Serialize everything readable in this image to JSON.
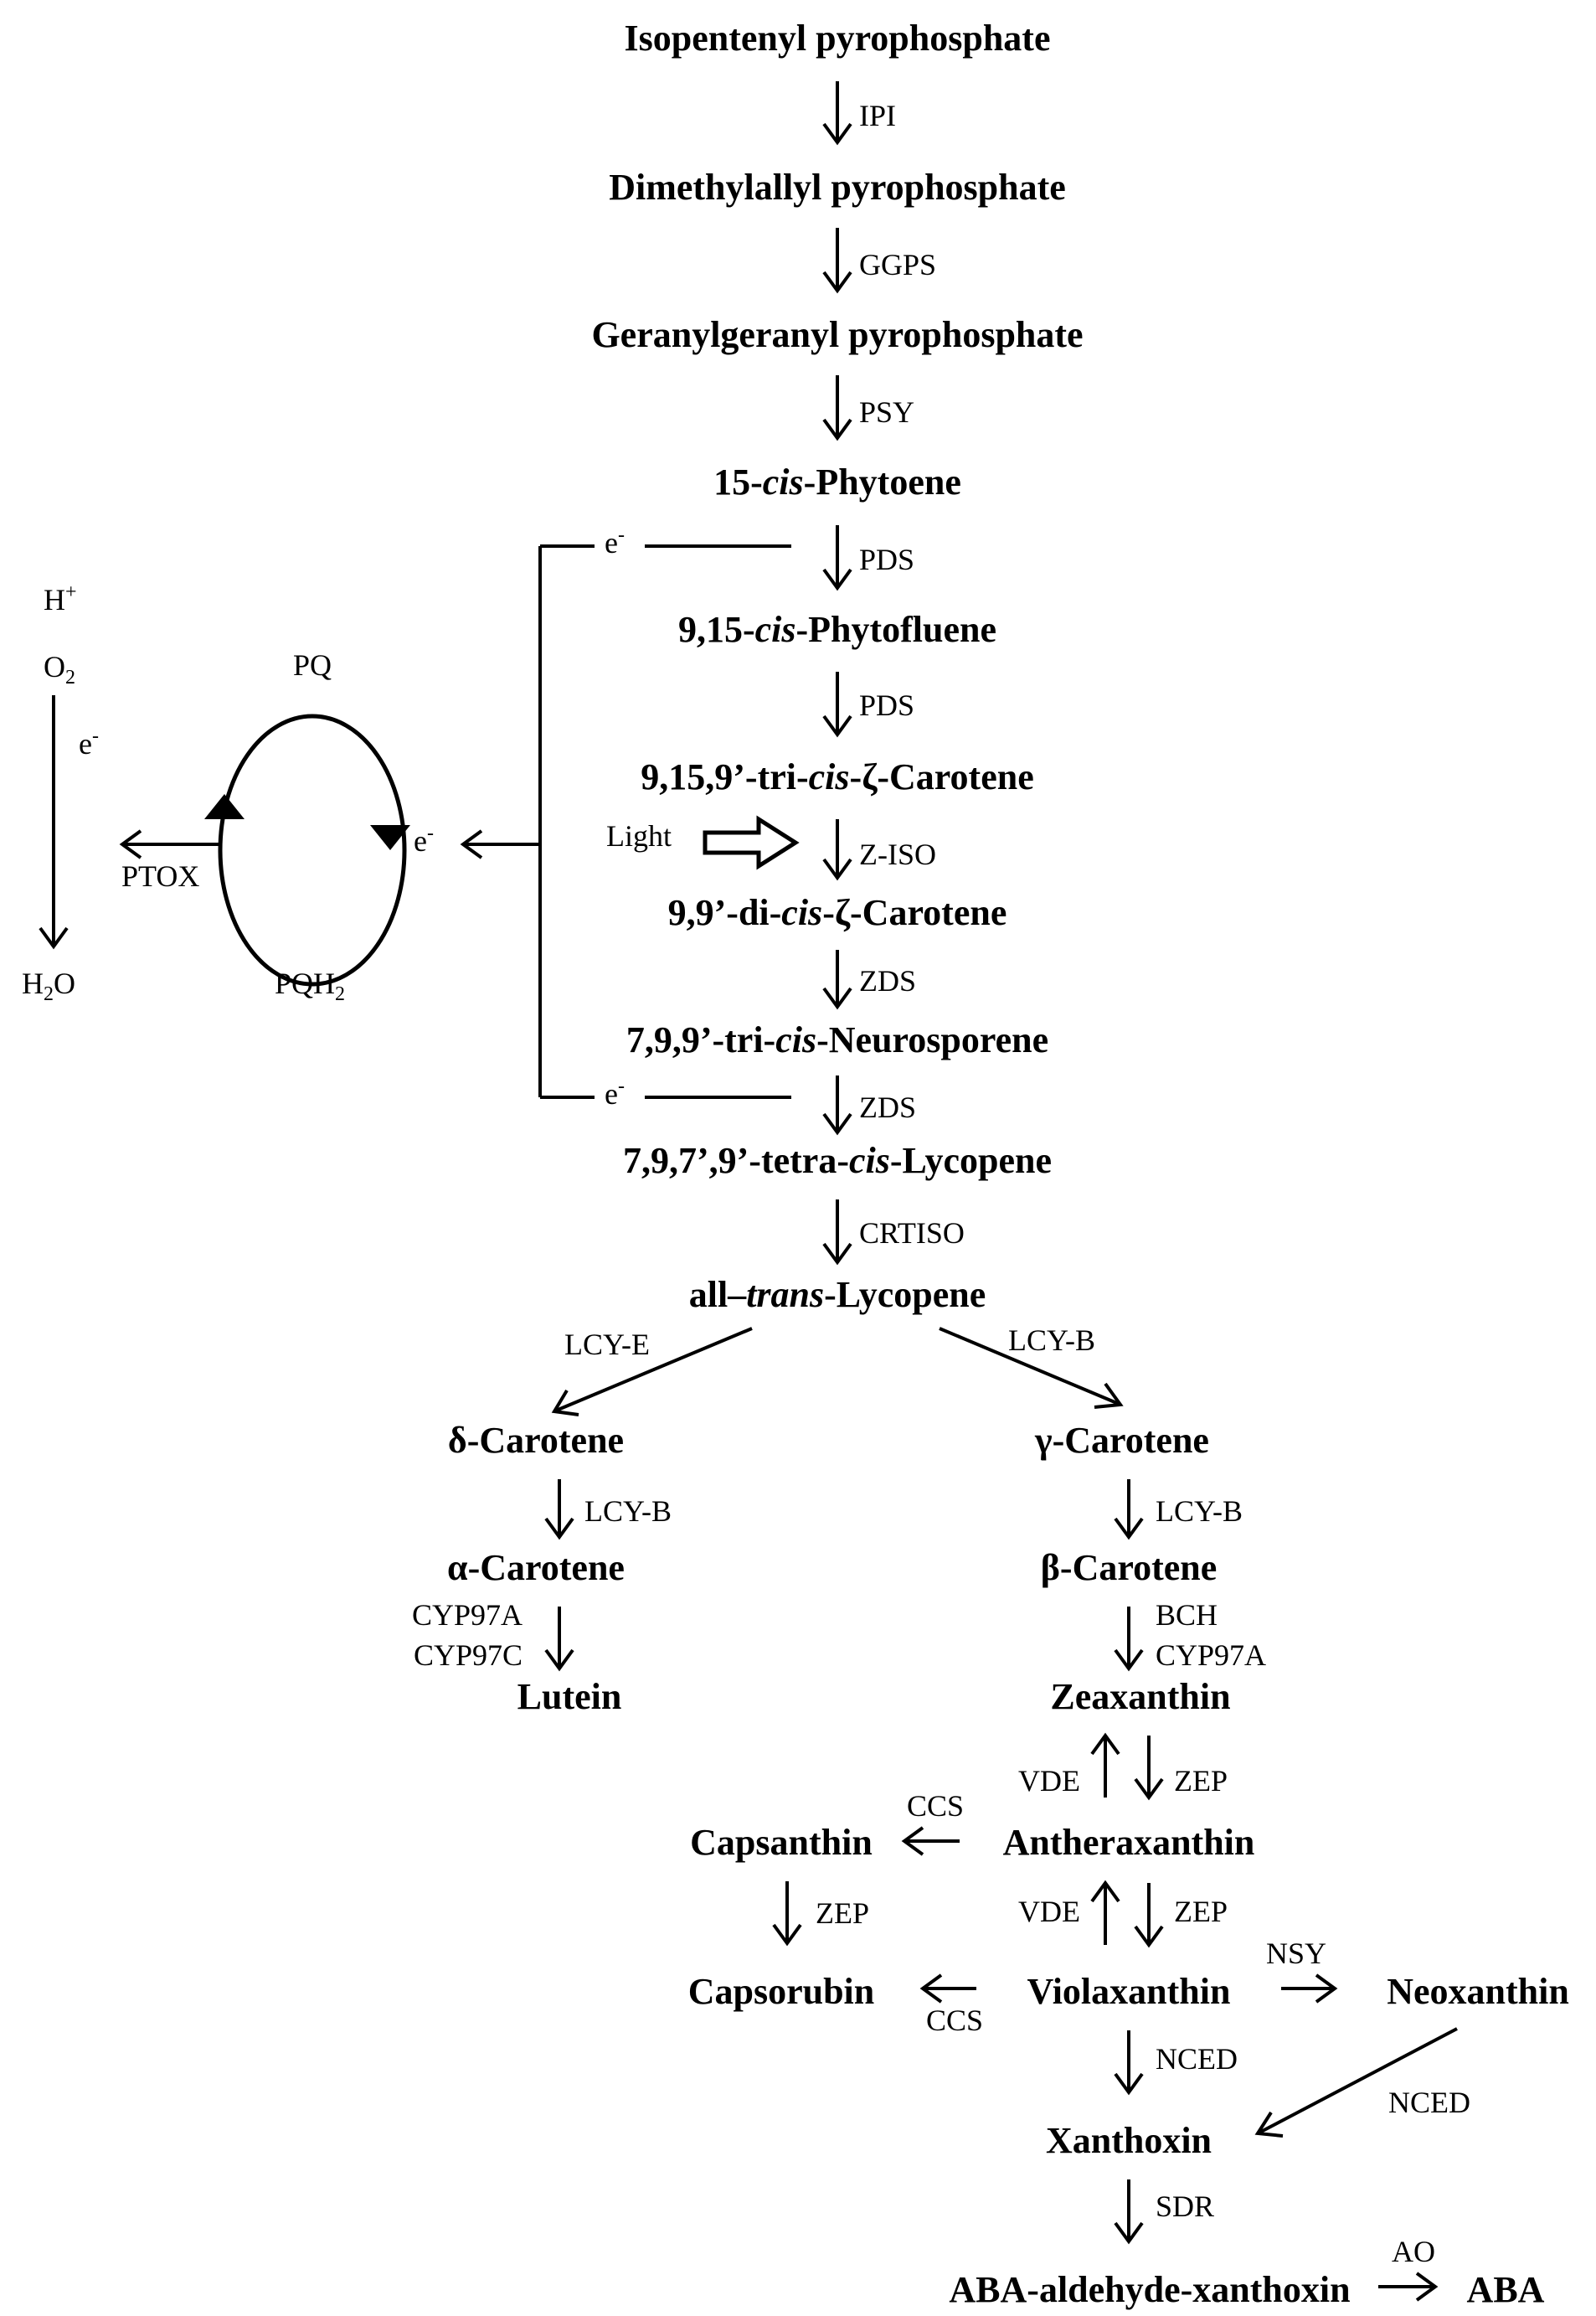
{
  "compounds": {
    "ipp": "Isopentenyl pyrophosphate",
    "dmapp": "Dimethylallyl pyrophosphate",
    "ggpp": "Geranylgeranyl pyrophosphate",
    "phytoene": [
      "15-",
      "cis",
      "-Phytoene"
    ],
    "phytofluene": [
      "9,15-",
      "cis",
      "-Phytofluene"
    ],
    "tricis_zeta": [
      "9,15,9’-tri-",
      "cis",
      "-ζ-Carotene"
    ],
    "dicis_zeta": [
      "9,9’-di-",
      "cis",
      "-ζ-Carotene"
    ],
    "neurosporene": [
      "7,9,9’-tri-",
      "cis",
      "-Neurosporene"
    ],
    "tetracis_lycopene": [
      "7,9,7’,9’-tetra-",
      "cis",
      "-Lycopene"
    ],
    "trans_lycopene": [
      "all–",
      "trans",
      "-Lycopene"
    ],
    "delta_carotene": "δ-Carotene",
    "gamma_carotene": "γ-Carotene",
    "alpha_carotene": "α-Carotene",
    "beta_carotene": "β-Carotene",
    "lutein": "Lutein",
    "zeaxanthin": "Zeaxanthin",
    "capsanthin": "Capsanthin",
    "antheraxanthin": "Antheraxanthin",
    "capsorubin": "Capsorubin",
    "violaxanthin": "Violaxanthin",
    "neoxanthin": "Neoxanthin",
    "xanthoxin": "Xanthoxin",
    "aba_aldehyde": "ABA-aldehyde-xanthoxin",
    "aba": "ABA"
  },
  "enzymes": {
    "ipi": "IPI",
    "ggps": "GGPS",
    "psy": "PSY",
    "pds1": "PDS",
    "pds2": "PDS",
    "ziso": "Z-ISO",
    "zds1": "ZDS",
    "zds2": "ZDS",
    "crtiso": "CRTISO",
    "lcy_e": "LCY-E",
    "lcy_b_right": "LCY-B",
    "lcy_b_left": "LCY-B",
    "lcy_b_right2": "LCY-B",
    "cyp97a_left": "CYP97A",
    "cyp97c": "CYP97C",
    "bch": "BCH",
    "cyp97a_right": "CYP97A",
    "vde1": "VDE",
    "zep1": "ZEP",
    "ccs1": "CCS",
    "zep_caps": "ZEP",
    "vde2": "VDE",
    "zep2": "ZEP",
    "nsy": "NSY",
    "ccs2": "CCS",
    "nced1": "NCED",
    "nced2": "NCED",
    "sdr": "SDR",
    "ao": "AO"
  },
  "side": {
    "light": "Light",
    "pq": "PQ",
    "pqh2": [
      "PQH",
      "2"
    ],
    "ptox": "PTOX",
    "h_plus": [
      "H",
      "+"
    ],
    "o2": [
      "O",
      "2"
    ],
    "h2o": [
      "H",
      "2",
      "O"
    ],
    "e_minus": [
      "e",
      "-"
    ]
  }
}
